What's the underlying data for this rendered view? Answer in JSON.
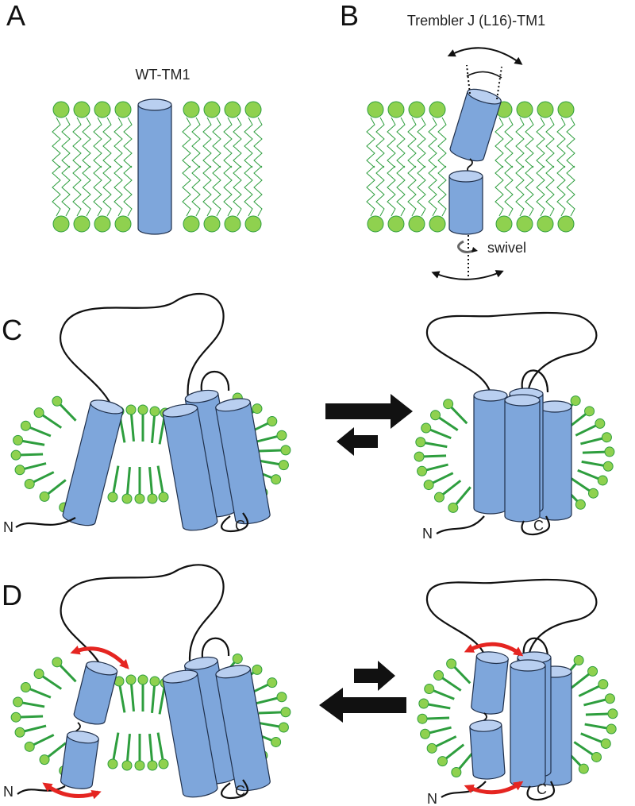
{
  "panels": {
    "a": {
      "letter": "A",
      "caption": "WT-TM1"
    },
    "b": {
      "letter": "B",
      "caption": "Trembler J (L16)-TM1",
      "swivel": "swivel"
    },
    "c": {
      "letter": "C",
      "n_terminus": "N",
      "c_terminus": "C"
    },
    "d": {
      "letter": "D",
      "n_terminus": "N",
      "c_terminus": "C"
    }
  },
  "colors": {
    "helix": "#7ea6db",
    "helix_stroke": "#1f2f4a",
    "lipid_head": "#8fd14f",
    "lipid_tail": "#2e9e3e",
    "loop": "#111111",
    "flex_arrow": "#e52521",
    "equilibrium_arrow": "#111111"
  },
  "icons": {
    "lipid": "lipid-headgroup-with-tails",
    "helix": "cylinder-helix",
    "double_arrow": "curved-double-arrow-icon",
    "rotation": "rotation-arrow-icon"
  }
}
